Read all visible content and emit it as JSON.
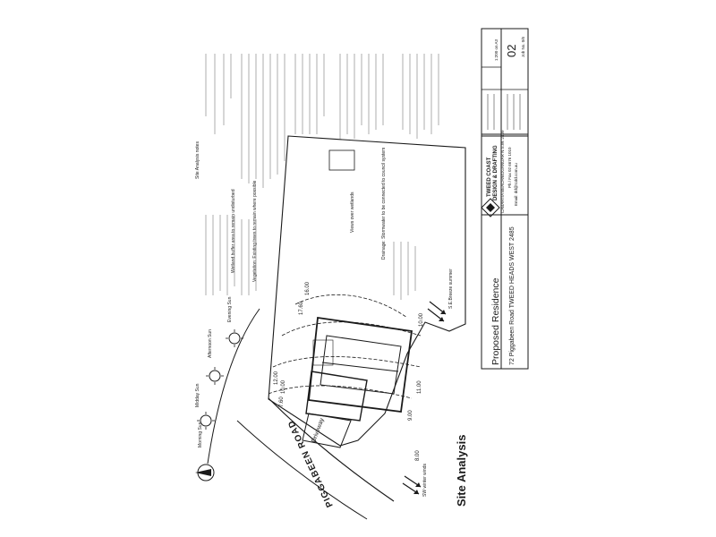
{
  "title": "Site Analysis",
  "road": {
    "label": "PIGGABEEN ROAD"
  },
  "driveway": {
    "label": "Driveway"
  },
  "project": {
    "title": "Proposed Residence",
    "address": "72 Piggabeen Road TWEED HEADS WEST 2485"
  },
  "firm": {
    "line1": "TWEED COAST",
    "line2": "DESIGN & DRAFTING",
    "address": "CABARITA BEACH/BOGANGAR N.S.W. 2409",
    "phone": "Ph / Fax 02 6676 1010",
    "email": "Email: dd@tcdd.com.au"
  },
  "sheet": {
    "scale": "1:200 on A3",
    "number": "02",
    "ref": "Job No. 0/6"
  },
  "sun": {
    "morning": "Morning Sun",
    "midday": "Midday Sun",
    "afternoon": "Afternoon Sun",
    "evening": "Evening Sun"
  },
  "breeze": {
    "se": "S.E.Breeze summer",
    "sw": "SW winter winds"
  },
  "contours": [
    "17.60",
    "16.00",
    "12.00",
    "10.00",
    "7.60",
    "9.00",
    "8.00",
    "11.00",
    "10.00"
  ],
  "notes": {
    "site": "Site Analysis notes",
    "vegetation": "Vegetation: Existing trees to remain where possible",
    "buffer": "Wetland buffer area to remain undisturbed",
    "drainage": "Drainage: Stormwater to be connected to council system",
    "views": "Views over wetlands"
  },
  "colors": {
    "ink": "#1a1a1a",
    "paper": "#ffffff"
  }
}
